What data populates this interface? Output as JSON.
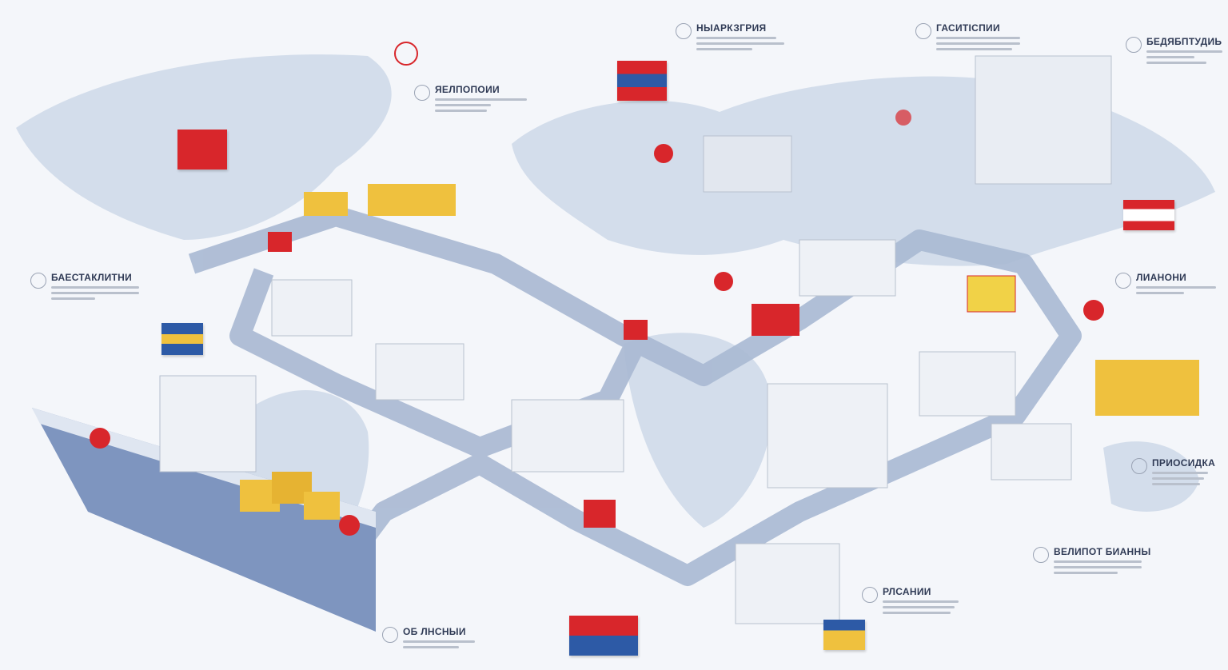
{
  "labels": [
    {
      "id": "top-center",
      "title": "НЫАРКЗГРИЯ"
    },
    {
      "id": "top-right",
      "title": "ГАСИТІСПИИ"
    },
    {
      "id": "far-right",
      "title": "БЕДЯБПТУДИЬ"
    },
    {
      "id": "north",
      "title": "ЯЕЛПОПОИИ"
    },
    {
      "id": "west",
      "title": "БАЕСТАКЛИТНИ"
    },
    {
      "id": "east",
      "title": "ЛИАНОНИ"
    },
    {
      "id": "south-east",
      "title": "ПРИОСИДКА"
    },
    {
      "id": "south-east-2",
      "title": "ВЕЛИПОТ БИАННЫ"
    },
    {
      "id": "south",
      "title": "РЛСАНИИ"
    },
    {
      "id": "bottom",
      "title": "ОБ ЛНСНЫИ"
    }
  ],
  "colors": {
    "accent": "#d8262b",
    "route": "#9fb1cf",
    "land": "#c9d5e6",
    "cargo": "#efc13e",
    "ship": "#7e95bf"
  }
}
